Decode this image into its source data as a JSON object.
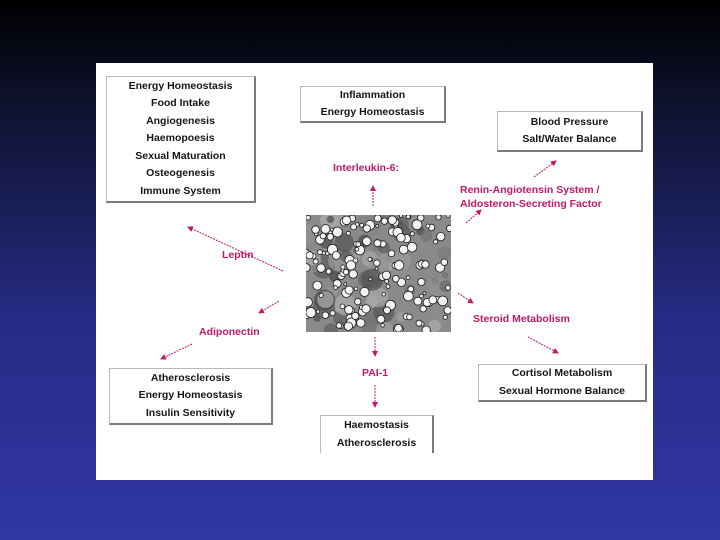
{
  "center": {
    "top": "Interleukin-6:",
    "top_right": [
      "Renin-Angiotensin System /",
      "Aldosteron-Secreting Factor"
    ],
    "left": "Leptin",
    "lower_left": "Adiponectin",
    "right": "Steroid Metabolism",
    "bottom": "PAI-1"
  },
  "boxes": {
    "leptin_effects": [
      "Energy Homeostasis",
      "Food Intake",
      "Angiogenesis",
      "Haemopoesis",
      "Sexual Maturation",
      "Osteogenesis",
      "Immune System"
    ],
    "il6_effects": [
      "Inflammation",
      "Energy Homeostasis"
    ],
    "raas_effects": [
      "Blood Pressure",
      "Salt/Water Balance"
    ],
    "adiponectin_effects": [
      "Atherosclerosis",
      "Energy Homeostasis",
      "Insulin Sensitivity"
    ],
    "pai1_effects": [
      "Haemostasis",
      "Atherosclerosis"
    ],
    "steroid_effects": [
      "Cortisol Metabolism",
      "Sexual Hormone Balance"
    ]
  },
  "colors": {
    "label": "#c0186a",
    "box_text": "#151515",
    "arrow": "#c0186a"
  }
}
